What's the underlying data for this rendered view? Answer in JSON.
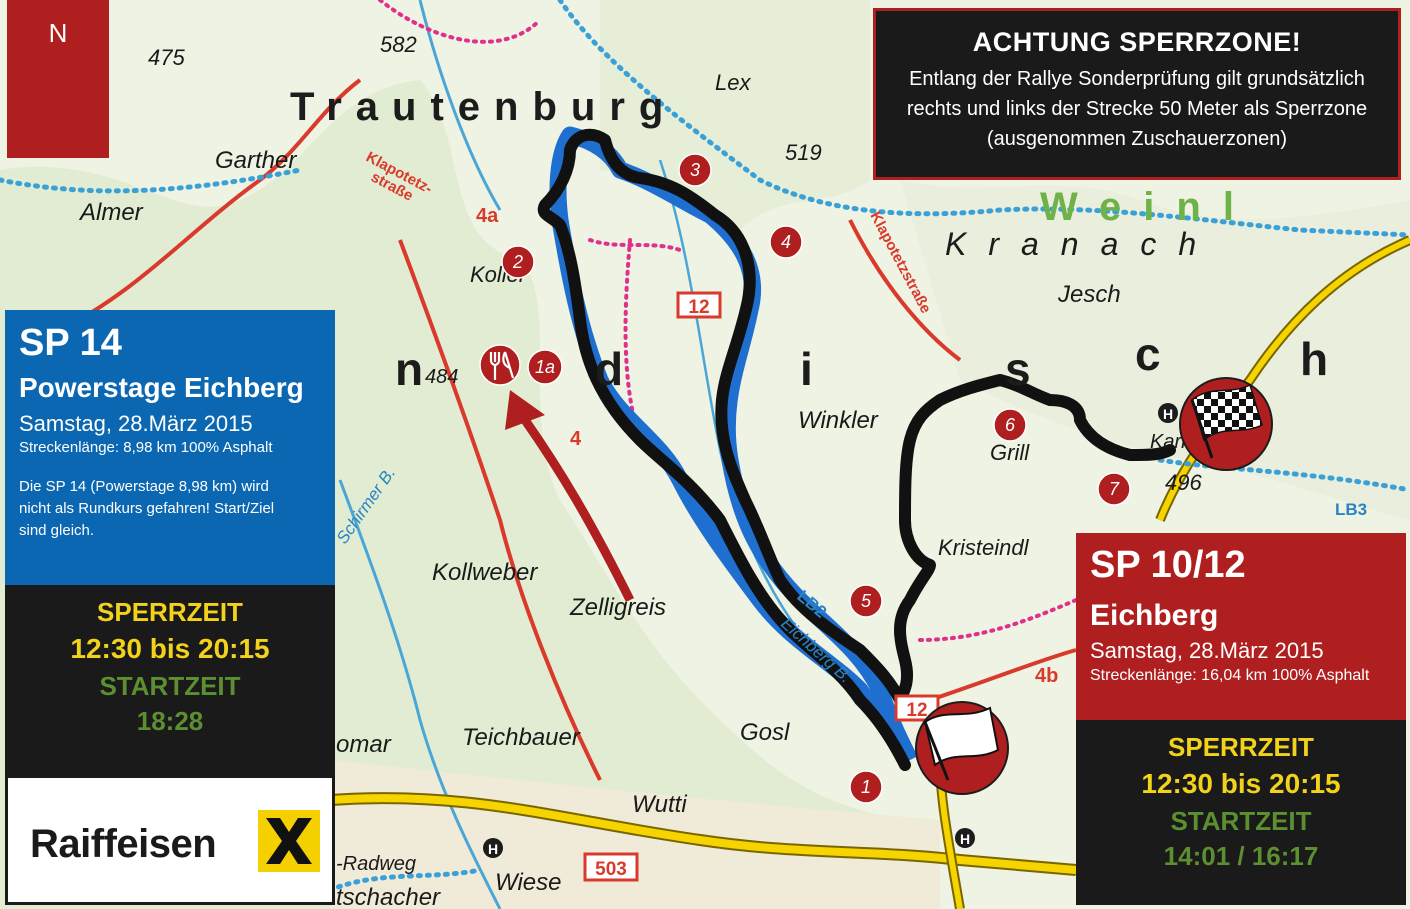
{
  "map_labels": {
    "trautenburg": "Trautenburg",
    "garther": "Garther",
    "almer": "Almer",
    "koller": "Koller",
    "lex": "Lex",
    "elev_475": "475",
    "elev_582": "582",
    "elev_519": "519",
    "elev_496": "496",
    "elev_484": "484",
    "kranach": "Kranach",
    "jesch": "Jesch",
    "winkler": "Winkler",
    "grill": "Grill",
    "kristeindl": "Kristeindl",
    "kollweber": "Kollweber",
    "zelligreis": "Zelligreis",
    "teichbauer": "Teichbauer",
    "gosl": "Gosl",
    "wutti": "Wutti",
    "omar": "omar",
    "wiese": "Wiese",
    "radweg": "-Radweg",
    "schacher": "tschacher",
    "karner": "Karner",
    "klapotetz_1": "Klapotetz-",
    "klapotetz_2": "straße",
    "klapotetzstrasse": "Klapotetzstraße",
    "schirmer": "Schirmer B.",
    "eichberg_b": "Eichberg B.",
    "road_12a": "12",
    "road_12b": "12",
    "road_503": "503",
    "road_lb2": "LB2",
    "road_lb3": "LB3",
    "road_4a": "4a",
    "road_4b": "4b",
    "road_4": "4",
    "big_n": "n",
    "big_d": "d",
    "big_i": "i",
    "big_s": "s",
    "big_c": "c",
    "big_h": "h",
    "weinl": "Weinl"
  },
  "markers": [
    "1",
    "1a",
    "2",
    "3",
    "4",
    "5",
    "6",
    "7"
  ],
  "north": {
    "label": "N"
  },
  "warning": {
    "heading": "ACHTUNG SPERRZONE!",
    "line1": "Entlang der Rallye Sonderprüfung gilt grundsätzlich",
    "line2": "rechts und links der Strecke 50 Meter als Sperrzone",
    "line3": "(ausgenommen Zuschauerzonen)"
  },
  "sp14": {
    "code": "SP 14",
    "name": "Powerstage Eichberg",
    "date": "Samstag, 28.März 2015",
    "length": "Streckenlänge: 8,98 km 100% Asphalt",
    "note_1": "Die SP 14 (Powerstage 8,98 km) wird",
    "note_2": "nicht als Rundkurs gefahren! Start/Ziel",
    "note_3": "sind gleich.",
    "sperrzeit_label": "SPERRZEIT",
    "sperrzeit": "12:30 bis 20:15",
    "startzeit_label": "STARTZEIT",
    "startzeit": "18:28"
  },
  "sp1012": {
    "code": "SP 10/12",
    "name": "Eichberg",
    "date": "Samstag, 28.März 2015",
    "length": "Streckenlänge: 16,04 km 100% Asphalt",
    "sperrzeit_label": "SPERRZEIT",
    "sperrzeit": "12:30 bis 20:15",
    "startzeit_label": "STARTZEIT",
    "startzeit": "14:01 / 16:17"
  },
  "sponsor": {
    "name": "Raiffeisen"
  },
  "colors": {
    "stage_red": "#b01f1f",
    "stage_blue": "#0b67b1",
    "panel_dark": "#1a1a1a",
    "accent_yellow": "#f2d21b",
    "accent_green": "#5c8f30",
    "route_black": "#111111",
    "route_blue": "#1f6fd0"
  }
}
